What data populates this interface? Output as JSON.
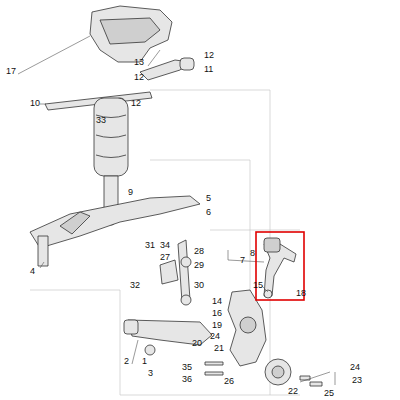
{
  "diagram": {
    "labels": [
      "17",
      "13",
      "12",
      "12",
      "11",
      "10",
      "12",
      "33",
      "9",
      "5",
      "6",
      "8",
      "7",
      "15",
      "18",
      "4",
      "31",
      "34",
      "27",
      "28",
      "29",
      "32",
      "30",
      "14",
      "16",
      "19",
      "2",
      "1",
      "3",
      "20",
      "24",
      "21",
      "35",
      "36",
      "26",
      "24",
      "23",
      "22",
      "25"
    ]
  }
}
